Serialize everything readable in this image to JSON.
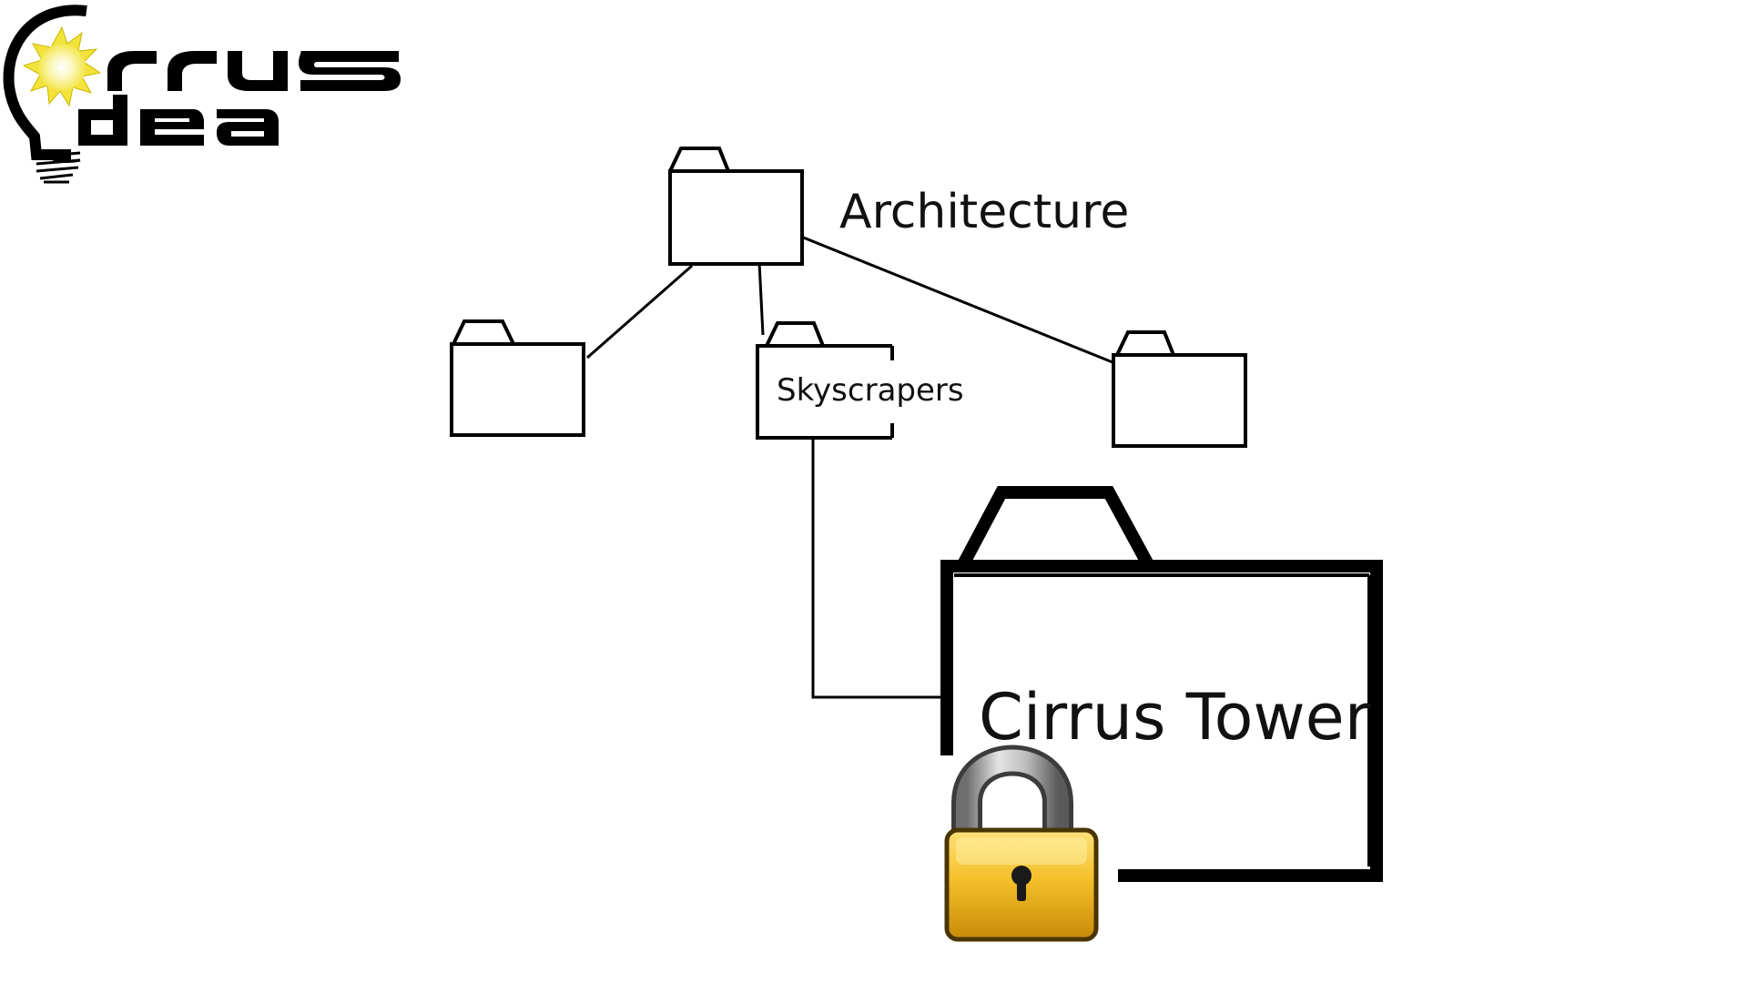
{
  "logo": {
    "line1": "Crrus",
    "line2": "Idea"
  },
  "folders": {
    "root": {
      "label": "Architecture",
      "icon": "folder-icon"
    },
    "left_child": {
      "label": "",
      "icon": "folder-icon"
    },
    "skyscrapers": {
      "label": "Skyscrapers",
      "icon": "folder-icon"
    },
    "right_child": {
      "label": "",
      "icon": "folder-icon"
    },
    "cirrus_tower": {
      "label": "Cirrus Tower",
      "icon": "folder-icon",
      "locked": true
    }
  },
  "icons": {
    "lock": "padlock-icon",
    "logo_bulb": "lightbulb-icon",
    "logo_sun": "sun-icon"
  },
  "colors": {
    "line": "#000000",
    "sun": "#f7f08a",
    "lock_body": "#f0b419",
    "lock_shackle": "#9a9a9a"
  }
}
